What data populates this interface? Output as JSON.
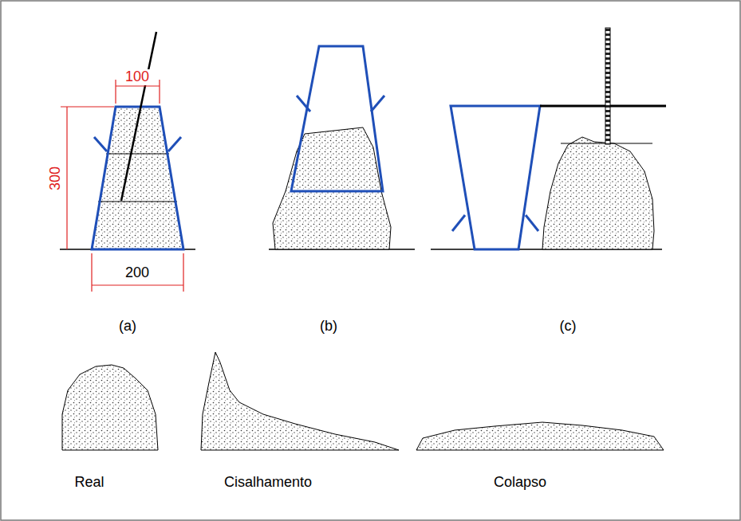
{
  "diagram": {
    "labels": [
      "100",
      "300",
      "200",
      "(a)",
      "(b)",
      "(c)",
      "Real",
      "Cisalhamento",
      "Colapso"
    ]
  }
}
